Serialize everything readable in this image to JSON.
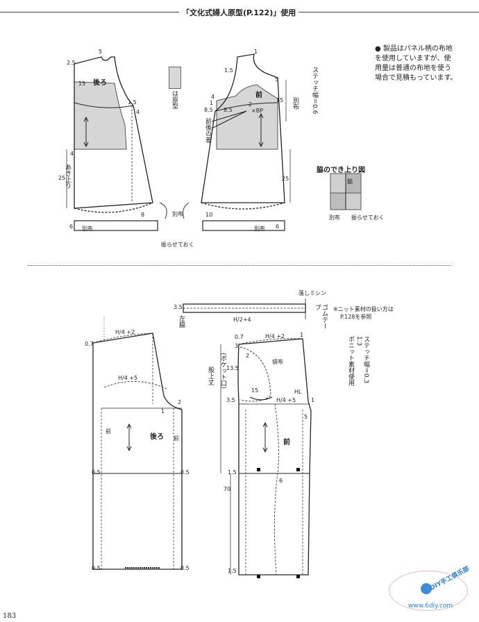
{
  "header": {
    "title": "「文化式婦人原型(P.122)」使用"
  },
  "top_note": {
    "lines": [
      "● 製品はパネル柄の布地",
      "を使用していますが、使",
      "用量は普通の布地を使う",
      "場合で見積もっています。"
    ]
  },
  "legend": {
    "text": "は原型"
  },
  "stitch_width_top": "ステッチ幅＝0.6",
  "side_seam_diagram": {
    "title": "脇のでき上り図",
    "side_label": "脇",
    "betsununo": "別布",
    "furasete": "振らせておく"
  },
  "bodice_back": {
    "label": "後ろ",
    "side_opening": "あき止り",
    "nums": {
      "n25": "2.5",
      "n5": "5",
      "n15": "15",
      "n15b": "1.5",
      "n4": "4",
      "n4b": "4",
      "n25b": "25",
      "n8": "8",
      "n6": "6"
    },
    "strip_label": "別布"
  },
  "bodice_front": {
    "label": "前",
    "dart_label": "前後の差",
    "bp_label": "×BP",
    "nums": {
      "n1": "1",
      "n15": "1.5",
      "n5": "5",
      "n15b": "15",
      "n1b": "1",
      "n4": "4",
      "n85a": "8.5",
      "n85b": "8.5",
      "n2": "2",
      "n25": "25",
      "n10": "10",
      "n6": "6"
    },
    "strip_label": "別布",
    "side_betsununo": "別布"
  },
  "bodice_bottom_note": "振らせておく",
  "waistband": {
    "n35": "3.5",
    "left_side": "左脇",
    "formula_h": "H",
    "formula_frac": "2",
    "formula_add": "+4",
    "edge_stitch": "落しミシン",
    "elastic": "ゴムテープ"
  },
  "knit_note": {
    "lines": [
      "※ニット素材の扱い方は",
      "P.128を参照"
    ]
  },
  "stitch_width_bottom": "ステッチ幅＝0.3 1.3",
  "stitch_note_extra": "ポニット素材使用",
  "pants_back": {
    "label": "後ろ",
    "front_mark_left": "前",
    "front_mark_right": "前",
    "top_formula": "H/4 +2",
    "hip_formula": "H/4 +5",
    "nums": {
      "n07": "0.7",
      "n1": "1",
      "n2": "2",
      "n05a": "0.5",
      "n05b": "0.5",
      "n05c": "0.5",
      "n05d": "0.5"
    }
  },
  "pants_front": {
    "label": "前",
    "pocket_bag": "袋布",
    "pocket_opening": "(ポケット口)",
    "rise": "股上丈",
    "hl": "HL",
    "top_formula": "H/4 +2",
    "hip_formula": "H/4 +5",
    "nums": {
      "n07": "0.7",
      "n3": "3",
      "n2": "2",
      "n135": "13.5",
      "n15": "15",
      "n35": "3.5",
      "n1a": "1",
      "n1b": "1",
      "n5": "5",
      "n15b": "1.5",
      "n6": "6",
      "n70": "70",
      "n15c": "1.5"
    }
  },
  "footer": {
    "page_number": "183",
    "brand": "DIY手工俱乐部",
    "site": "www.6diy.com"
  }
}
